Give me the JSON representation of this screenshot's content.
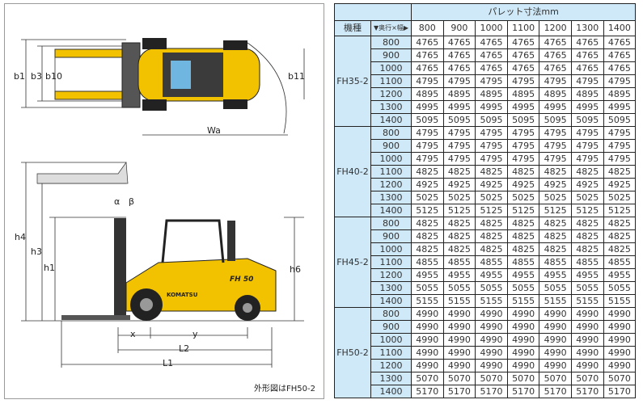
{
  "diagram": {
    "labels": {
      "b1": "b1",
      "b3": "b3",
      "b10": "b10",
      "b11": "b11",
      "wa": "Wa",
      "h4": "h4",
      "h3": "h3",
      "h1": "h1",
      "h6": "h6",
      "alpha": "α",
      "beta": "β",
      "x": "x",
      "y": "y",
      "l2": "L2",
      "l1": "L1"
    },
    "truck_mark": "FH 50",
    "brand_mark": "KOMATSU",
    "caption": "外形図はFH50-2",
    "colors": {
      "body": "#f2c200",
      "dark": "#222222"
    }
  },
  "table": {
    "title": "パレット寸法mm",
    "model_header": "機種",
    "axis_header": "▼奥行×幅▶",
    "widths": [
      "800",
      "900",
      "1000",
      "1100",
      "1200",
      "1300",
      "1400"
    ],
    "depths": [
      "800",
      "900",
      "1000",
      "1100",
      "1200",
      "1300",
      "1400"
    ],
    "models": [
      {
        "name": "FH35-2",
        "rows": [
          [
            "4765",
            "4765",
            "4765",
            "4765",
            "4765",
            "4765",
            "4765"
          ],
          [
            "4765",
            "4765",
            "4765",
            "4765",
            "4765",
            "4765",
            "4765"
          ],
          [
            "4765",
            "4765",
            "4765",
            "4765",
            "4765",
            "4765",
            "4765"
          ],
          [
            "4795",
            "4795",
            "4795",
            "4795",
            "4795",
            "4795",
            "4795"
          ],
          [
            "4895",
            "4895",
            "4895",
            "4895",
            "4895",
            "4895",
            "4895"
          ],
          [
            "4995",
            "4995",
            "4995",
            "4995",
            "4995",
            "4995",
            "4995"
          ],
          [
            "5095",
            "5095",
            "5095",
            "5095",
            "5095",
            "5095",
            "5095"
          ]
        ]
      },
      {
        "name": "FH40-2",
        "rows": [
          [
            "4795",
            "4795",
            "4795",
            "4795",
            "4795",
            "4795",
            "4795"
          ],
          [
            "4795",
            "4795",
            "4795",
            "4795",
            "4795",
            "4795",
            "4795"
          ],
          [
            "4795",
            "4795",
            "4795",
            "4795",
            "4795",
            "4795",
            "4795"
          ],
          [
            "4825",
            "4825",
            "4825",
            "4825",
            "4825",
            "4825",
            "4825"
          ],
          [
            "4925",
            "4925",
            "4925",
            "4925",
            "4925",
            "4925",
            "4925"
          ],
          [
            "5025",
            "5025",
            "5025",
            "5025",
            "5025",
            "5025",
            "5025"
          ],
          [
            "5125",
            "5125",
            "5125",
            "5125",
            "5125",
            "5125",
            "5125"
          ]
        ]
      },
      {
        "name": "FH45-2",
        "rows": [
          [
            "4825",
            "4825",
            "4825",
            "4825",
            "4825",
            "4825",
            "4825"
          ],
          [
            "4825",
            "4825",
            "4825",
            "4825",
            "4825",
            "4825",
            "4825"
          ],
          [
            "4825",
            "4825",
            "4825",
            "4825",
            "4825",
            "4825",
            "4825"
          ],
          [
            "4855",
            "4855",
            "4855",
            "4855",
            "4855",
            "4855",
            "4855"
          ],
          [
            "4955",
            "4955",
            "4955",
            "4955",
            "4955",
            "4955",
            "4955"
          ],
          [
            "5055",
            "5055",
            "5055",
            "5055",
            "5055",
            "5055",
            "5055"
          ],
          [
            "5155",
            "5155",
            "5155",
            "5155",
            "5155",
            "5155",
            "5155"
          ]
        ]
      },
      {
        "name": "FH50-2",
        "rows": [
          [
            "4990",
            "4990",
            "4990",
            "4990",
            "4990",
            "4990",
            "4990"
          ],
          [
            "4990",
            "4990",
            "4990",
            "4990",
            "4990",
            "4990",
            "4990"
          ],
          [
            "4990",
            "4990",
            "4990",
            "4990",
            "4990",
            "4990",
            "4990"
          ],
          [
            "4990",
            "4990",
            "4990",
            "4990",
            "4990",
            "4990",
            "4990"
          ],
          [
            "4990",
            "4990",
            "4990",
            "4990",
            "4990",
            "4990",
            "4990"
          ],
          [
            "5070",
            "5070",
            "5070",
            "5070",
            "5070",
            "5070",
            "5070"
          ],
          [
            "5170",
            "5170",
            "5170",
            "5170",
            "5170",
            "5170",
            "5170"
          ]
        ]
      }
    ]
  }
}
